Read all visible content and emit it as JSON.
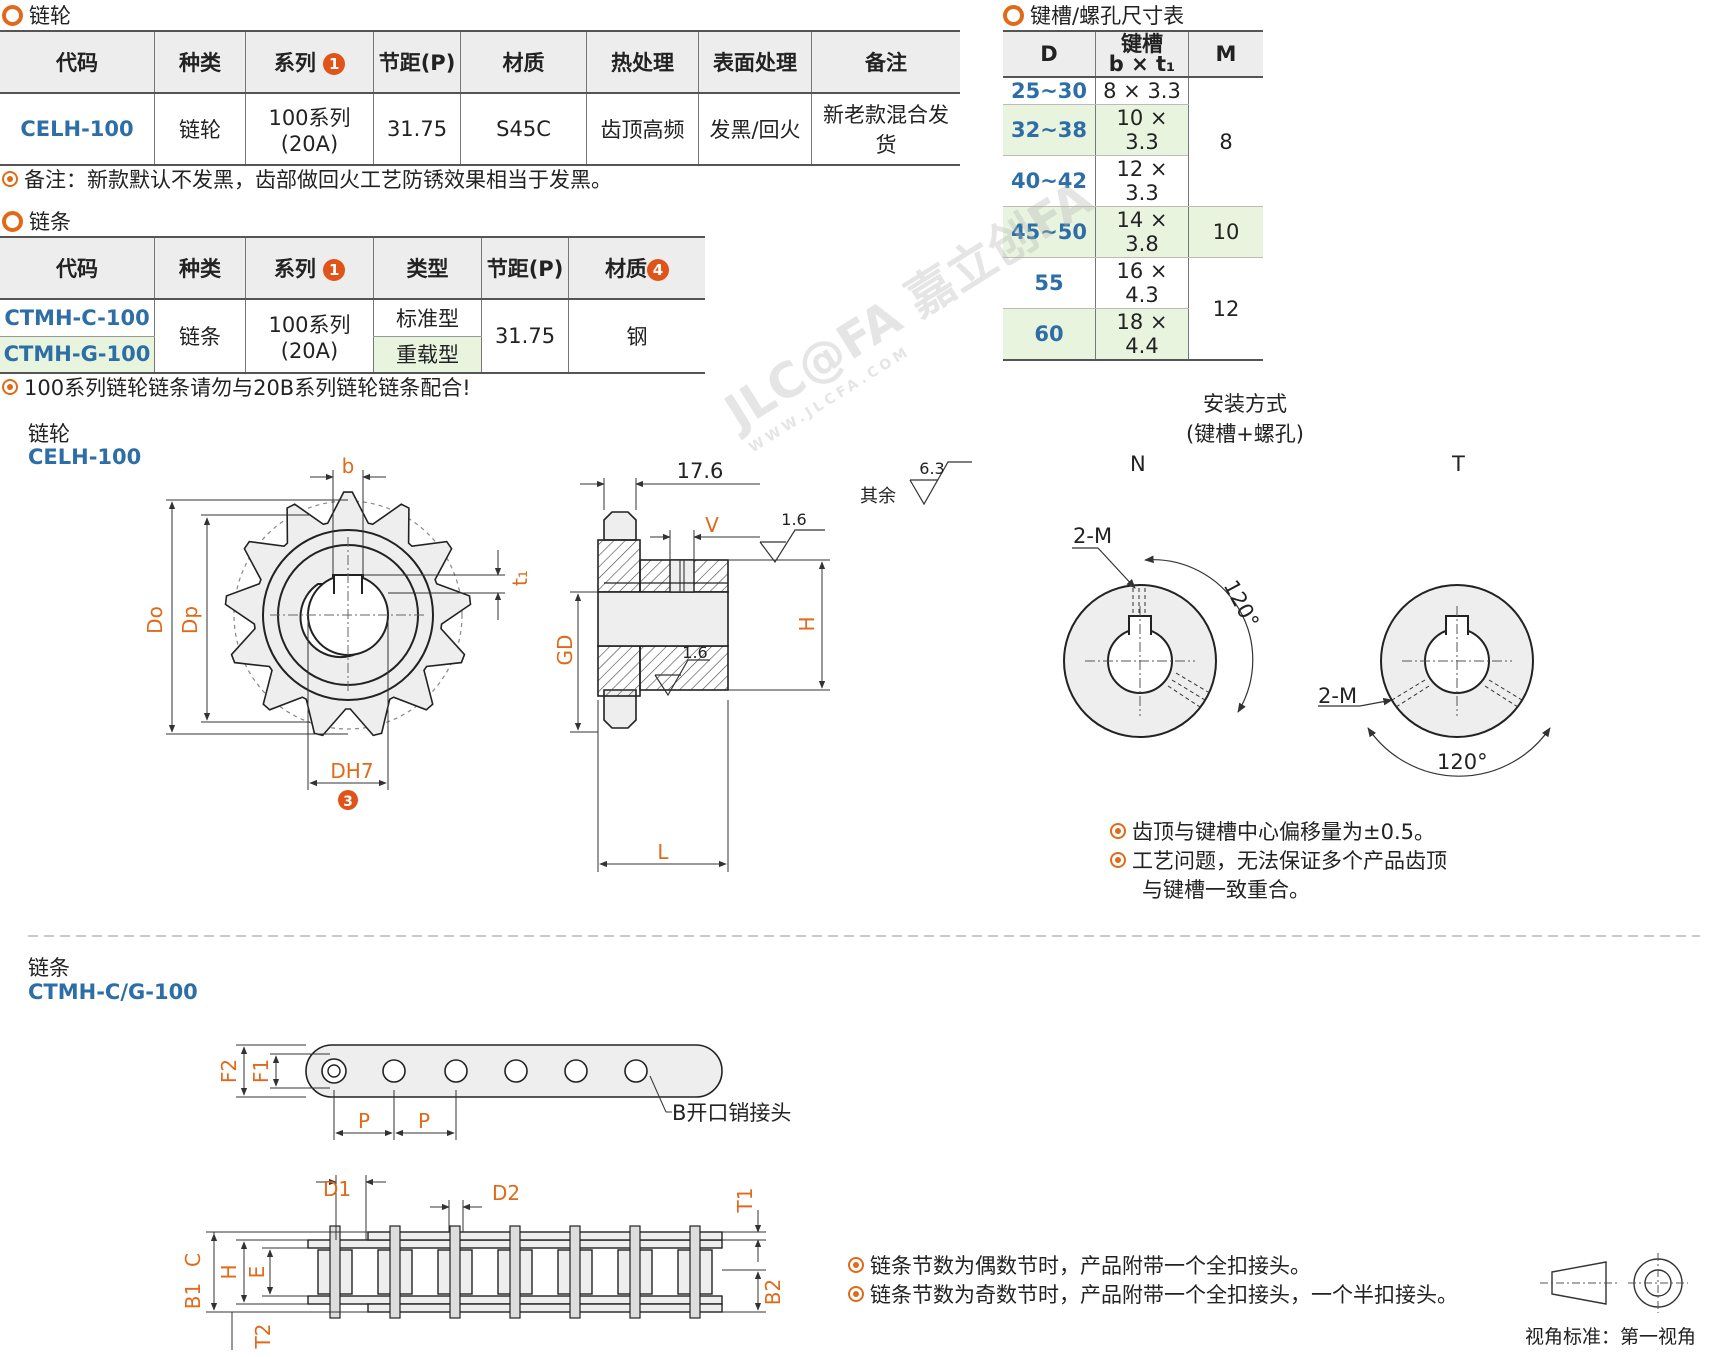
{
  "sprocket_section": {
    "title": "链轮",
    "headers": [
      "代码",
      "种类",
      "系列",
      "节距(P)",
      "材质",
      "热处理",
      "表面处理",
      "备注"
    ],
    "series_badge": "1",
    "row": {
      "code": "CELH-100",
      "kind": "链轮",
      "series_l1": "100系列",
      "series_l2": "(20A)",
      "pitch": "31.75",
      "material": "S45C",
      "heat": "齿顶高频",
      "surface": "发黑/回火",
      "remark": "新老款混合发货"
    },
    "note": "备注：新款默认不发黑，齿部做回火工艺防锈效果相当于发黑。"
  },
  "chain_section": {
    "title": "链条",
    "headers": [
      "代码",
      "种类",
      "系列",
      "类型",
      "节距(P)",
      "材质"
    ],
    "series_badge": "1",
    "material_badge": "4",
    "codes": [
      "CTMH-C-100",
      "CTMH-G-100"
    ],
    "kind": "链条",
    "series_l1": "100系列",
    "series_l2": "(20A)",
    "types": [
      "标准型",
      "重载型"
    ],
    "pitch": "31.75",
    "material": "钢",
    "note": "100系列链轮链条请勿与20B系列链轮链条配合!"
  },
  "keyway_table": {
    "title": "键槽/螺孔尺寸表",
    "headers": {
      "d": "D",
      "keyway_l1": "键槽",
      "keyway_l2": "b × t₁",
      "m": "M"
    },
    "rows": [
      {
        "d": "25~30",
        "bt": "8 × 3.3"
      },
      {
        "d": "32~38",
        "bt": "10 × 3.3"
      },
      {
        "d": "40~42",
        "bt": "12 × 3.3"
      },
      {
        "d": "45~50",
        "bt": "14 × 3.8"
      },
      {
        "d": "55",
        "bt": "16 × 4.3"
      },
      {
        "d": "60",
        "bt": "18 × 4.4"
      }
    ],
    "m_values": [
      "8",
      "10",
      "12"
    ]
  },
  "sprocket_drawing": {
    "title": "链轮",
    "code": "CELH-100",
    "dims": {
      "b": "b",
      "t1": "t₁",
      "do": "Do",
      "dp": "Dp",
      "dh7": "DH7",
      "badge": "3",
      "w176": "17.6",
      "v": "V",
      "gd": "GD",
      "h": "H",
      "l": "L",
      "r16a": "1.6",
      "r16b": "1.6",
      "r63": "6.3",
      "rest": "其余"
    }
  },
  "install": {
    "title_l1": "安装方式",
    "title_l2": "(键槽+螺孔)",
    "n": "N",
    "t": "T",
    "hole_n": "2-M",
    "hole_t": "2-M",
    "angle_n": "120°",
    "angle_t": "120°",
    "notes": [
      "齿顶与键槽中心偏移量为±0.5。",
      "工艺问题，无法保证多个产品齿顶",
      "与键槽一致重合。"
    ]
  },
  "chain_drawing": {
    "title": "链条",
    "code": "CTMH-C/G-100",
    "dims": {
      "f2": "F2",
      "f1": "F1",
      "p1": "P",
      "p2": "P",
      "joint": "B开口销接头",
      "d1": "D1",
      "d2": "D2",
      "t1": "T1",
      "t2": "T2",
      "b1": "B1",
      "b2": "B2",
      "c": "C",
      "h": "H",
      "e": "E"
    },
    "notes": [
      "链条节数为偶数节时，产品附带一个全扣接头。",
      "链条节数为奇数节时，产品附带一个全扣接头，一个半扣接头。"
    ],
    "view_std": "视角标准：第一视角"
  },
  "watermark": {
    "logo": "JLC@FA",
    "cn": "嘉立创FA",
    "url": "WWW.JLCFA.COM"
  },
  "colors": {
    "accent": "#e06a1a",
    "code_blue": "#2e6ea6",
    "row_green": "#e9f4df",
    "header_gray": "#ededed"
  }
}
